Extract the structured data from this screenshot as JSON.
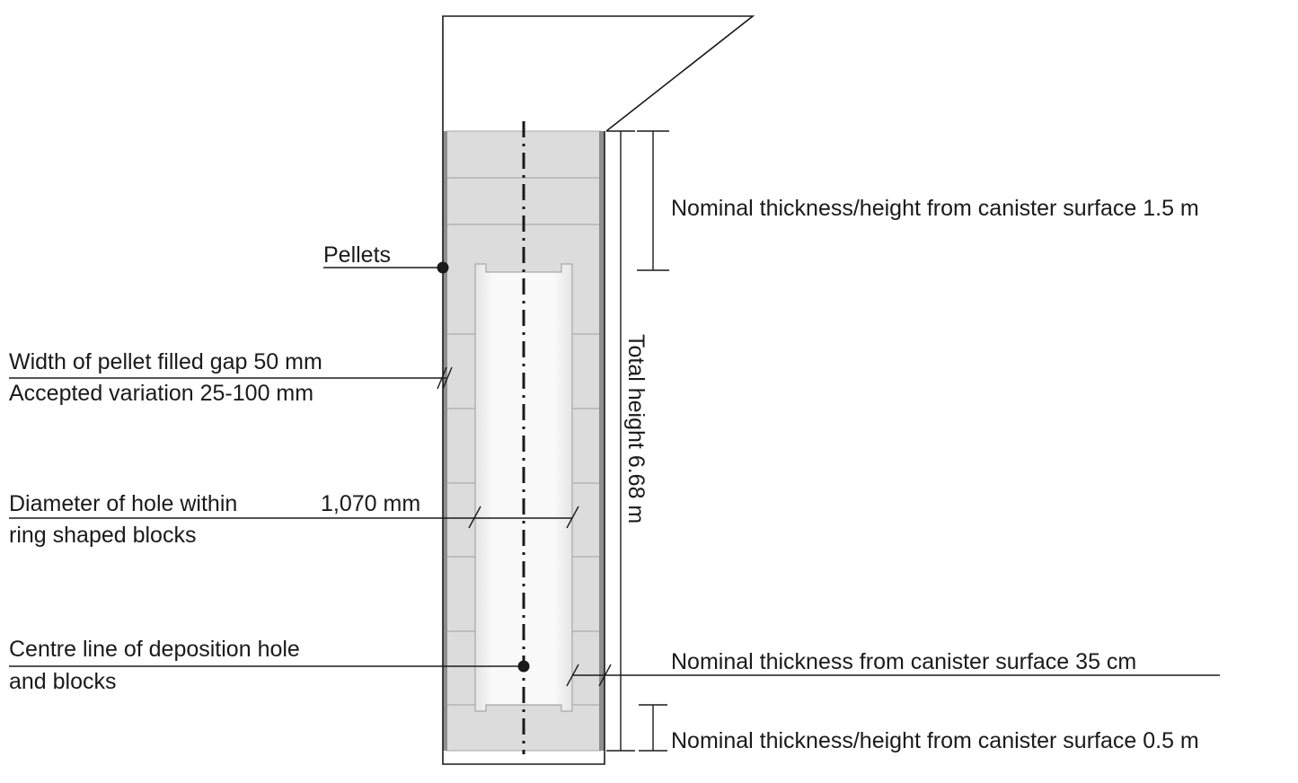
{
  "labels": {
    "pellets": "Pellets",
    "gap_line1": "Width of pellet filled gap 50 mm",
    "gap_line2": "Accepted variation 25-100 mm",
    "hole_line1": "Diameter of hole within",
    "hole_line2": "ring shaped blocks",
    "hole_value": "1,070 mm",
    "centre_line1": "Centre line of deposition hole",
    "centre_line2": "and blocks",
    "top_thickness": "Nominal thickness/height from canister surface 1.5 m",
    "side_thickness": "Nominal thickness from canister surface 35 cm",
    "bottom_thickness": "Nominal thickness/height from canister surface 0.5 m",
    "total_height": "Total height 6.68 m"
  },
  "colors": {
    "line": "#1a1a1a",
    "block_fill": "#dcdcdc",
    "block_joint": "#ababab",
    "pellet_gap": "#8f8f8f",
    "hole_fill": "#f7f7f7"
  }
}
